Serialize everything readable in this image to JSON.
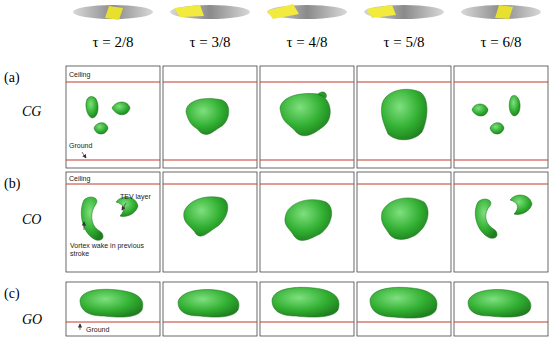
{
  "diagram": {
    "labels": [
      "τ = 2/8",
      "τ = 3/8",
      "τ = 4/8",
      "τ = 5/8",
      "τ = 6/8",
      "(a)",
      "CG",
      "Ceiling",
      "Ground",
      "(b)",
      "CO",
      "Ceiling",
      "TEV layer",
      "Vortex wake in previous stroke",
      "(c)",
      "GO",
      "Ground"
    ]
  }
}
